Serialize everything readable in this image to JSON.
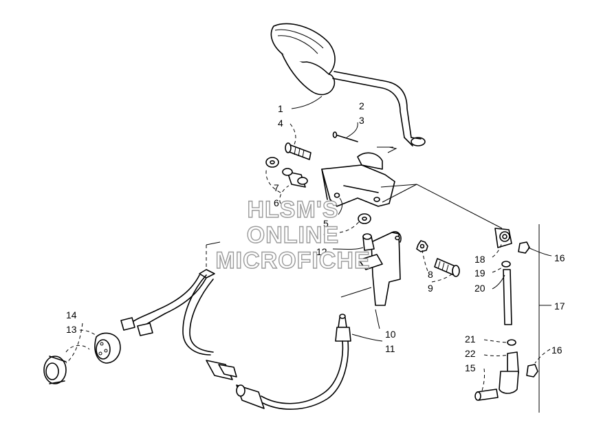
{
  "watermark": {
    "line1": "HLSM'S",
    "line2": "ONLINE",
    "line3": "MICROFICHE"
  },
  "callouts": [
    {
      "id": "c1",
      "text": "1"
    },
    {
      "id": "c2",
      "text": "2"
    },
    {
      "id": "c3",
      "text": "3"
    },
    {
      "id": "c4",
      "text": "4"
    },
    {
      "id": "c7a",
      "text": "7"
    },
    {
      "id": "c6",
      "text": "6"
    },
    {
      "id": "c5",
      "text": "5"
    },
    {
      "id": "c7b",
      "text": "7"
    },
    {
      "id": "c12",
      "text": "12"
    },
    {
      "id": "c8",
      "text": "8"
    },
    {
      "id": "c9",
      "text": "9"
    },
    {
      "id": "c10",
      "text": "10"
    },
    {
      "id": "c11",
      "text": "11"
    },
    {
      "id": "c14",
      "text": "14"
    },
    {
      "id": "c13",
      "text": "13"
    },
    {
      "id": "c18",
      "text": "18"
    },
    {
      "id": "c19",
      "text": "19"
    },
    {
      "id": "c20",
      "text": "20"
    },
    {
      "id": "c16a",
      "text": "16"
    },
    {
      "id": "c17",
      "text": "17"
    },
    {
      "id": "c21",
      "text": "21"
    },
    {
      "id": "c22",
      "text": "22"
    },
    {
      "id": "c15",
      "text": "15"
    },
    {
      "id": "c16b",
      "text": "16"
    }
  ]
}
